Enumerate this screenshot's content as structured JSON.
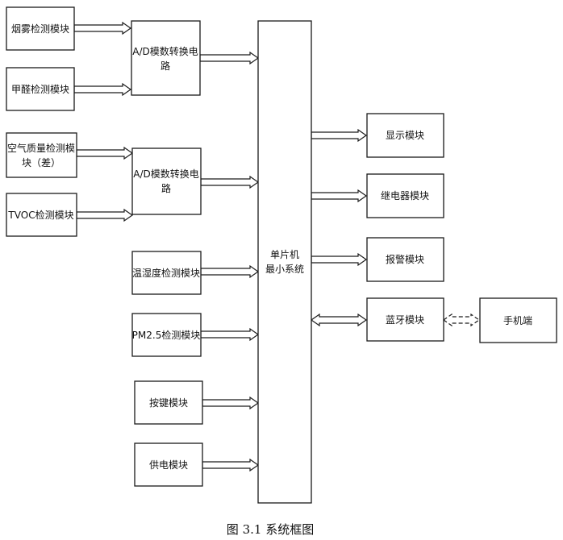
{
  "diagram": {
    "modules": {
      "smoke": "烟雾检测模块",
      "formaldehyde": "甲醛检测模块",
      "adc1": [
        "A/D模数转换电",
        "路"
      ],
      "air_quality": [
        "空气质量检测模",
        "块（差）"
      ],
      "tvoc": "TVOC检测模块",
      "adc2": [
        "A/D模数转换电",
        "路"
      ],
      "temp_humidity": "温湿度检测模块",
      "pm25": "PM2.5检测模块",
      "keypad": "按键模块",
      "power": "供电模块",
      "mcu": [
        "单片机",
        "最小系统"
      ],
      "display": "显示模块",
      "relay": "继电器模块",
      "alarm": "报警模块",
      "bluetooth": "蓝牙模块",
      "phone": "手机端"
    },
    "caption": "图 3.1  系统框图"
  }
}
